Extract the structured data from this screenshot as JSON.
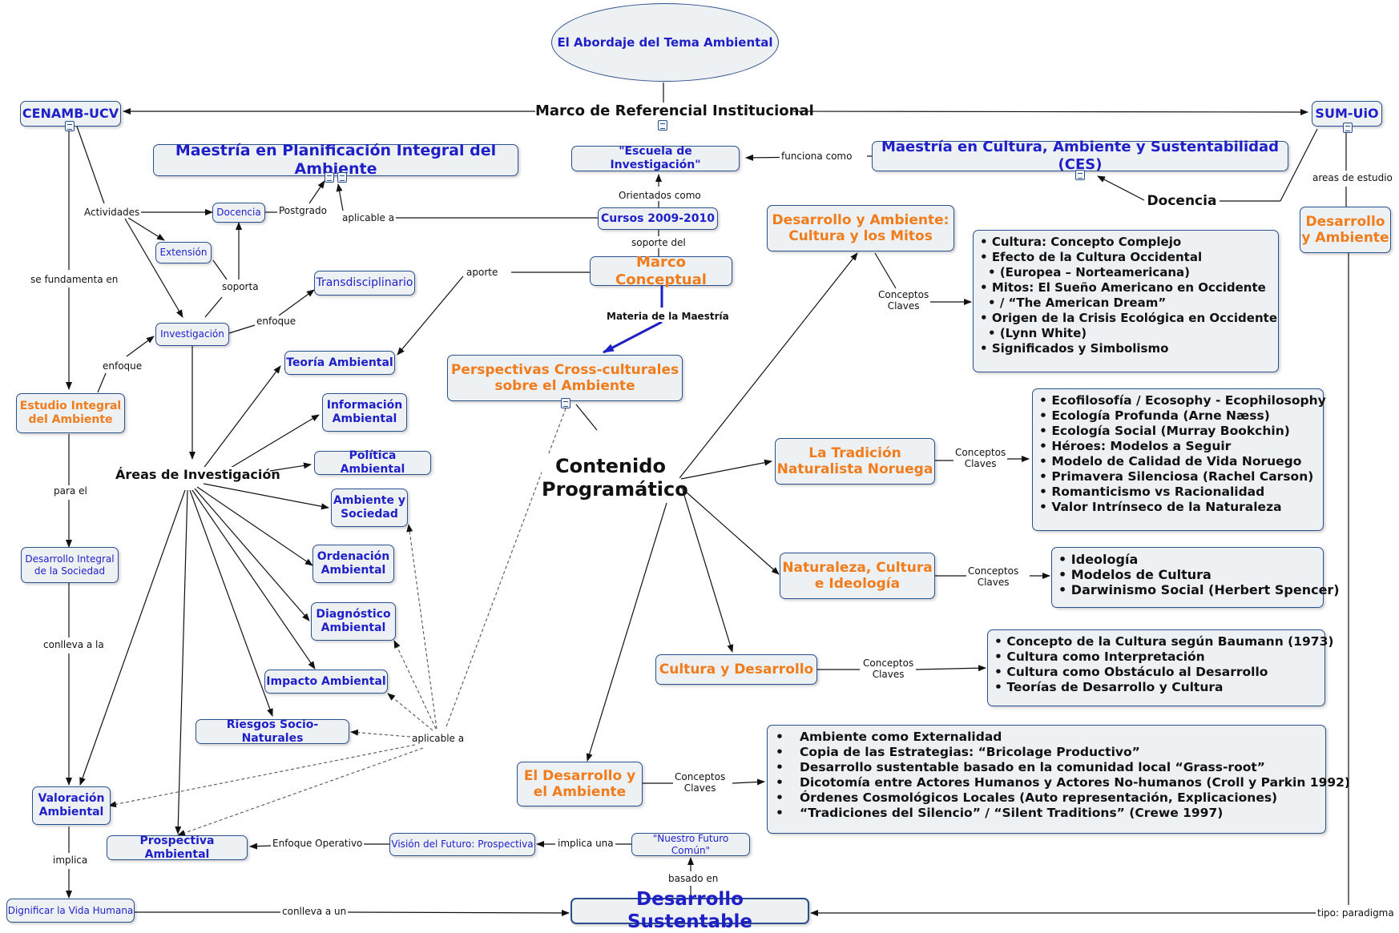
{
  "title": "El Abordaje del Tema Ambiental",
  "nodes": {
    "marco_institucional": "Marco de Referencial Institucional",
    "cenamb": "CENAMB-UCV",
    "sumuio": "SUM-UiO",
    "maestria_planificacion": "Maestría en Planificación Integral del Ambiente",
    "escuela": "\"Escuela de Investigación\"",
    "maestria_ces": "Maestría en Cultura, Ambiente y Sustentabilidad (CES)",
    "docencia_small": "Docencia",
    "extension": "Extensión",
    "cursos": "Cursos 2009-2010",
    "docencia_big": "Docencia",
    "desarrollo_ambiente_right": "Desarrollo y Ambiente",
    "transdisciplinario": "Transdisciplinario",
    "marco_conceptual": "Marco Conceptual",
    "investigacion": "Investigación",
    "desarrollo_mitos": "Desarrollo y Ambiente: Cultura y los Mitos",
    "teoria": "Teoría Ambiental",
    "perspectivas": "Perspectivas Cross-culturales sobre el Ambiente",
    "estudio_integral": "Estudio Integral del Ambiente",
    "informacion": "Información Ambiental",
    "politica": "Política Ambiental",
    "areas": "Áreas de Investigación",
    "contenido": "Contenido Programático",
    "tradicion": "La Tradición Naturalista Noruega",
    "ambiente_sociedad": "Ambiente y Sociedad",
    "ordenacion": "Ordenación Ambiental",
    "naturaleza": "Naturaleza, Cultura e Ideología",
    "desarrollo_sociedad": "Desarrollo Integral de la Sociedad",
    "diagnostico": "Diagnóstico Ambiental",
    "cultura_desarrollo": "Cultura y Desarrollo",
    "impacto": "Impacto Ambiental",
    "riesgos": "Riesgos Socio-Naturales",
    "desarrollo_ambiente_bottom": "El Desarrollo y el Ambiente",
    "valoracion": "Valoración Ambiental",
    "prospectiva": "Prospectiva Ambiental",
    "vision": "Visión del Futuro: Prospectiva",
    "nuestro_futuro": "\"Nuestro Futuro Común\"",
    "dignificar": "Dignificar la Vida Humana",
    "desarrollo_sustentable": "Desarrollo Sustentable"
  },
  "lists": {
    "mitos": [
      "Cultura: Concepto Complejo",
      "Efecto de la Cultura Occidental",
      "(Europea – Norteamericana)",
      "Mitos: El Sueño Americano en Occidente",
      "/ “The American Dream”",
      "Origen de la Crisis Ecológica en Occidente",
      "(Lynn White)",
      "Significados y Simbolismo"
    ],
    "tradicion": [
      "Ecofilosofía / Ecosophy - Ecophilosophy",
      "Ecología Profunda (Arne Næss)",
      "Ecología Social (Murray Bookchin)",
      "Héroes: Modelos a Seguir",
      "Modelo de Calidad de Vida Noruego",
      "Primavera Silenciosa (Rachel Carson)",
      "Romanticismo vs Racionalidad",
      "Valor Intrínseco de la Naturaleza"
    ],
    "naturaleza": [
      "Ideología",
      "Modelos de Cultura",
      "Darwinismo Social (Herbert Spencer)"
    ],
    "cultura": [
      "Concepto de la Cultura según Baumann (1973)",
      "Cultura como Interpretación",
      "Cultura como Obstáculo al Desarrollo",
      "Teorías de Desarrollo y Cultura"
    ],
    "desarrollo": [
      "Ambiente como Externalidad",
      "Copia de las Estrategias: “Bricolage Productivo”",
      "Desarrollo sustentable basado en la comunidad local “Grass-root”",
      "Dicotomía entre Actores Humanos y Actores No-humanos (Croll y Parkin 1992)",
      "Órdenes Cosmológicos Locales (Auto representación, Explicaciones)",
      "“Tradiciones del Silencio” / “Silent Traditions” (Crewe 1997)"
    ]
  },
  "labels": {
    "funciona_como": "funciona como",
    "orientados_como": "Orientados como",
    "actividades": "Actividades",
    "postgrado": "Postgrado",
    "aplicable_a_top": "aplicable a",
    "areas_estudio": "areas de estudio",
    "soporte_del": "soporte del",
    "se_fundamenta": "se fundamenta en",
    "soporta": "soporta",
    "aporte": "aporte",
    "enfoque1": "enfoque",
    "materia": "Materia de la Maestría",
    "conceptos_claves_1": "Conceptos\nClaves",
    "enfoque2": "enfoque",
    "conceptos_claves_2": "Conceptos\nClaves",
    "para_el": "para el",
    "conceptos_claves_3": "Conceptos\nClaves",
    "conlleva_a_la": "conlleva a la",
    "conceptos_claves_4": "Conceptos\nClaves",
    "aplicable_a_bottom": "aplicable a",
    "conceptos_claves_5": "Conceptos\nClaves",
    "enfoque_operativo": "Enfoque Operativo",
    "implica_una": "implica una",
    "implica": "implica",
    "basado_en": "basado en",
    "conlleva_a_un": "conlleva a un",
    "tipo_paradigma": "tipo: paradigma"
  },
  "colors": {
    "node_fill": "#eef1f4",
    "node_border": "#2b4f8c",
    "blue_text": "#1f1fc8",
    "orange_text": "#f07c1c",
    "dotted_link": "#555555"
  }
}
